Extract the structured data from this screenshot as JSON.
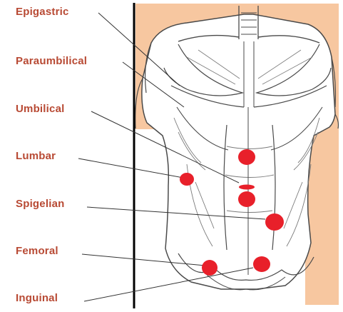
{
  "colors": {
    "label": "#b84a34",
    "hernia_dot": "#e8202a",
    "skin": "#f7c7a0",
    "outline": "#4a4a4a",
    "divider": "#000000"
  },
  "labels": [
    {
      "key": "epigastric",
      "text": "Epigastric"
    },
    {
      "key": "paraumbilical",
      "text": "Paraumbilical"
    },
    {
      "key": "umbilical",
      "text": "Umbilical"
    },
    {
      "key": "lumbar",
      "text": "Lumbar"
    },
    {
      "key": "spigelian",
      "text": "Spigelian"
    },
    {
      "key": "femoral",
      "text": "Femoral"
    },
    {
      "key": "inguinal",
      "text": "Inguinal"
    }
  ]
}
